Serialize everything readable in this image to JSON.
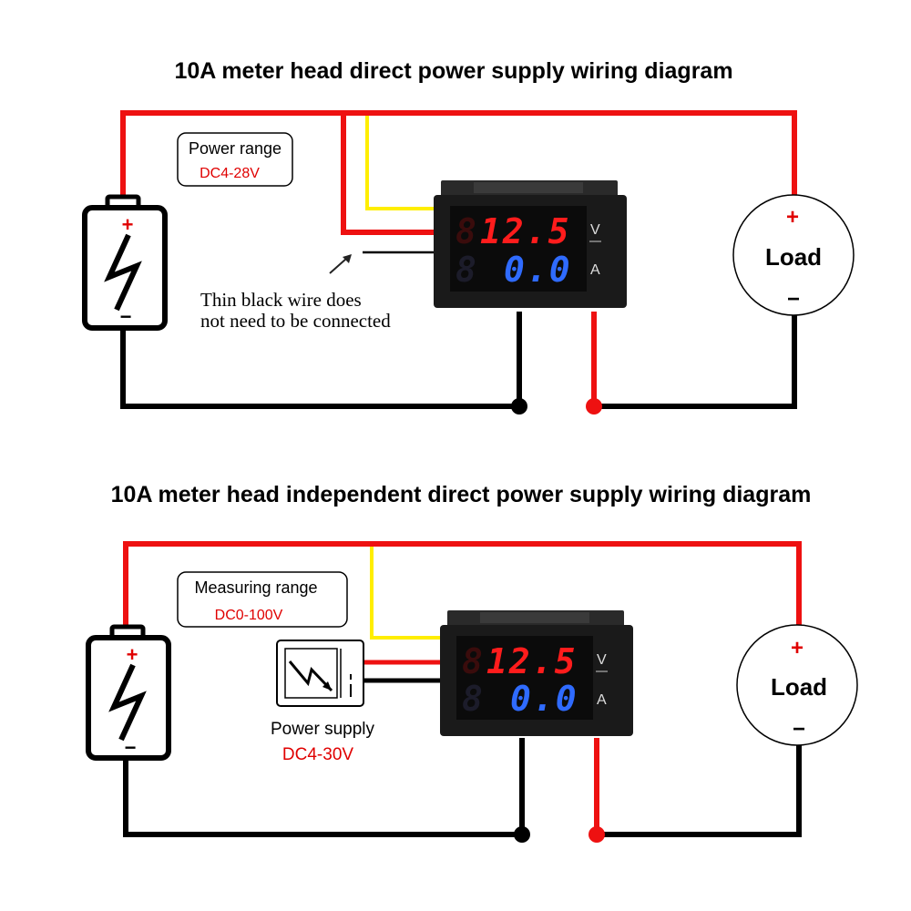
{
  "colors": {
    "red_wire": "#ee1111",
    "black_wire": "#000000",
    "yellow_wire": "#ffee00",
    "display_red": "#ff1c1c",
    "display_blue": "#2f6bff",
    "range_value": "#e00000"
  },
  "diagrams": [
    {
      "title": "10A meter head direct power supply wiring diagram",
      "info_box": {
        "label": "Power range",
        "value": "DC4-28V"
      },
      "note": {
        "line1": "Thin black wire does",
        "line2": "not need to be connected"
      },
      "meter": {
        "voltage_reading": "12.5",
        "current_reading": "0.0",
        "volt_unit": "V",
        "amp_unit": "A"
      },
      "battery": {
        "plus": "+",
        "minus": "−"
      },
      "load": {
        "label": "Load",
        "plus": "+",
        "minus": "−"
      }
    },
    {
      "title": "10A meter head independent direct power supply wiring diagram",
      "info_box": {
        "label": "Measuring range",
        "value": "DC0-100V"
      },
      "power_supply": {
        "label": "Power supply",
        "value": "DC4-30V"
      },
      "meter": {
        "voltage_reading": "12.5",
        "current_reading": "0.0",
        "volt_unit": "V",
        "amp_unit": "A"
      },
      "battery": {
        "plus": "+",
        "minus": "−"
      },
      "load": {
        "label": "Load",
        "plus": "+",
        "minus": "−"
      }
    }
  ]
}
